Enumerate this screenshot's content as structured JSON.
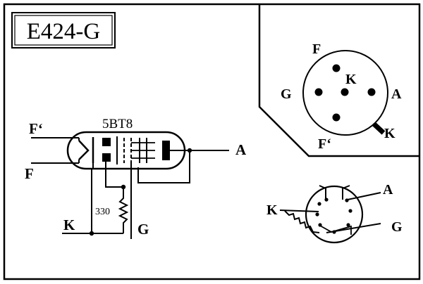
{
  "title": "E424-G",
  "tube_type": "5BT8",
  "schematic": {
    "label_f_prime": "F‘",
    "label_f": "F",
    "label_a": "A",
    "label_k": "K",
    "label_g": "G",
    "resistor_value": "330"
  },
  "socket_top": {
    "label_f": "F",
    "label_k_center": "K",
    "label_g": "G",
    "label_a": "A",
    "label_f_prime": "F‘",
    "label_k_key": "K"
  },
  "socket_bottom": {
    "label_k": "K",
    "label_a": "A",
    "label_g": "G"
  }
}
